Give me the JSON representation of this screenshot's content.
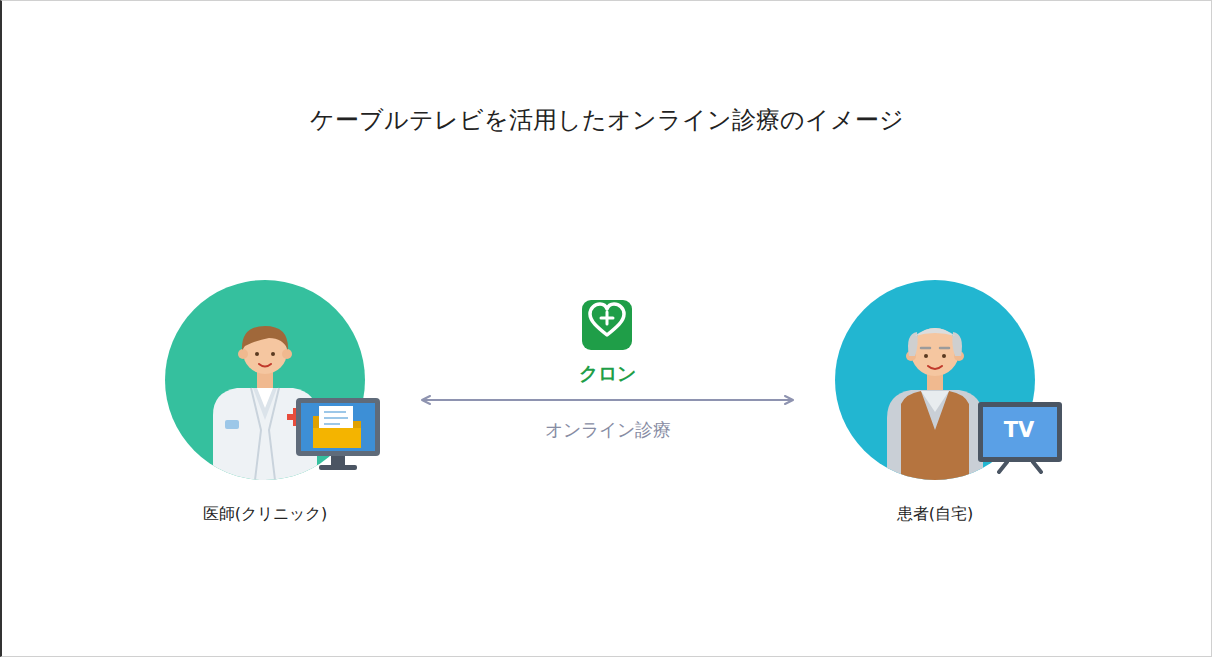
{
  "diagram": {
    "title": "ケーブルテレビを活用したオンライン診療のイメージ",
    "nodes": [
      {
        "text": [
          "医師(クリニック)"
        ]
      },
      {
        "text": [
          "患者(自宅)"
        ]
      }
    ],
    "edges": [
      {
        "from": 0,
        "to": 1,
        "label": "オンライン診療",
        "arrow": "both"
      }
    ],
    "labels": [
      "クロン",
      "TV"
    ]
  }
}
